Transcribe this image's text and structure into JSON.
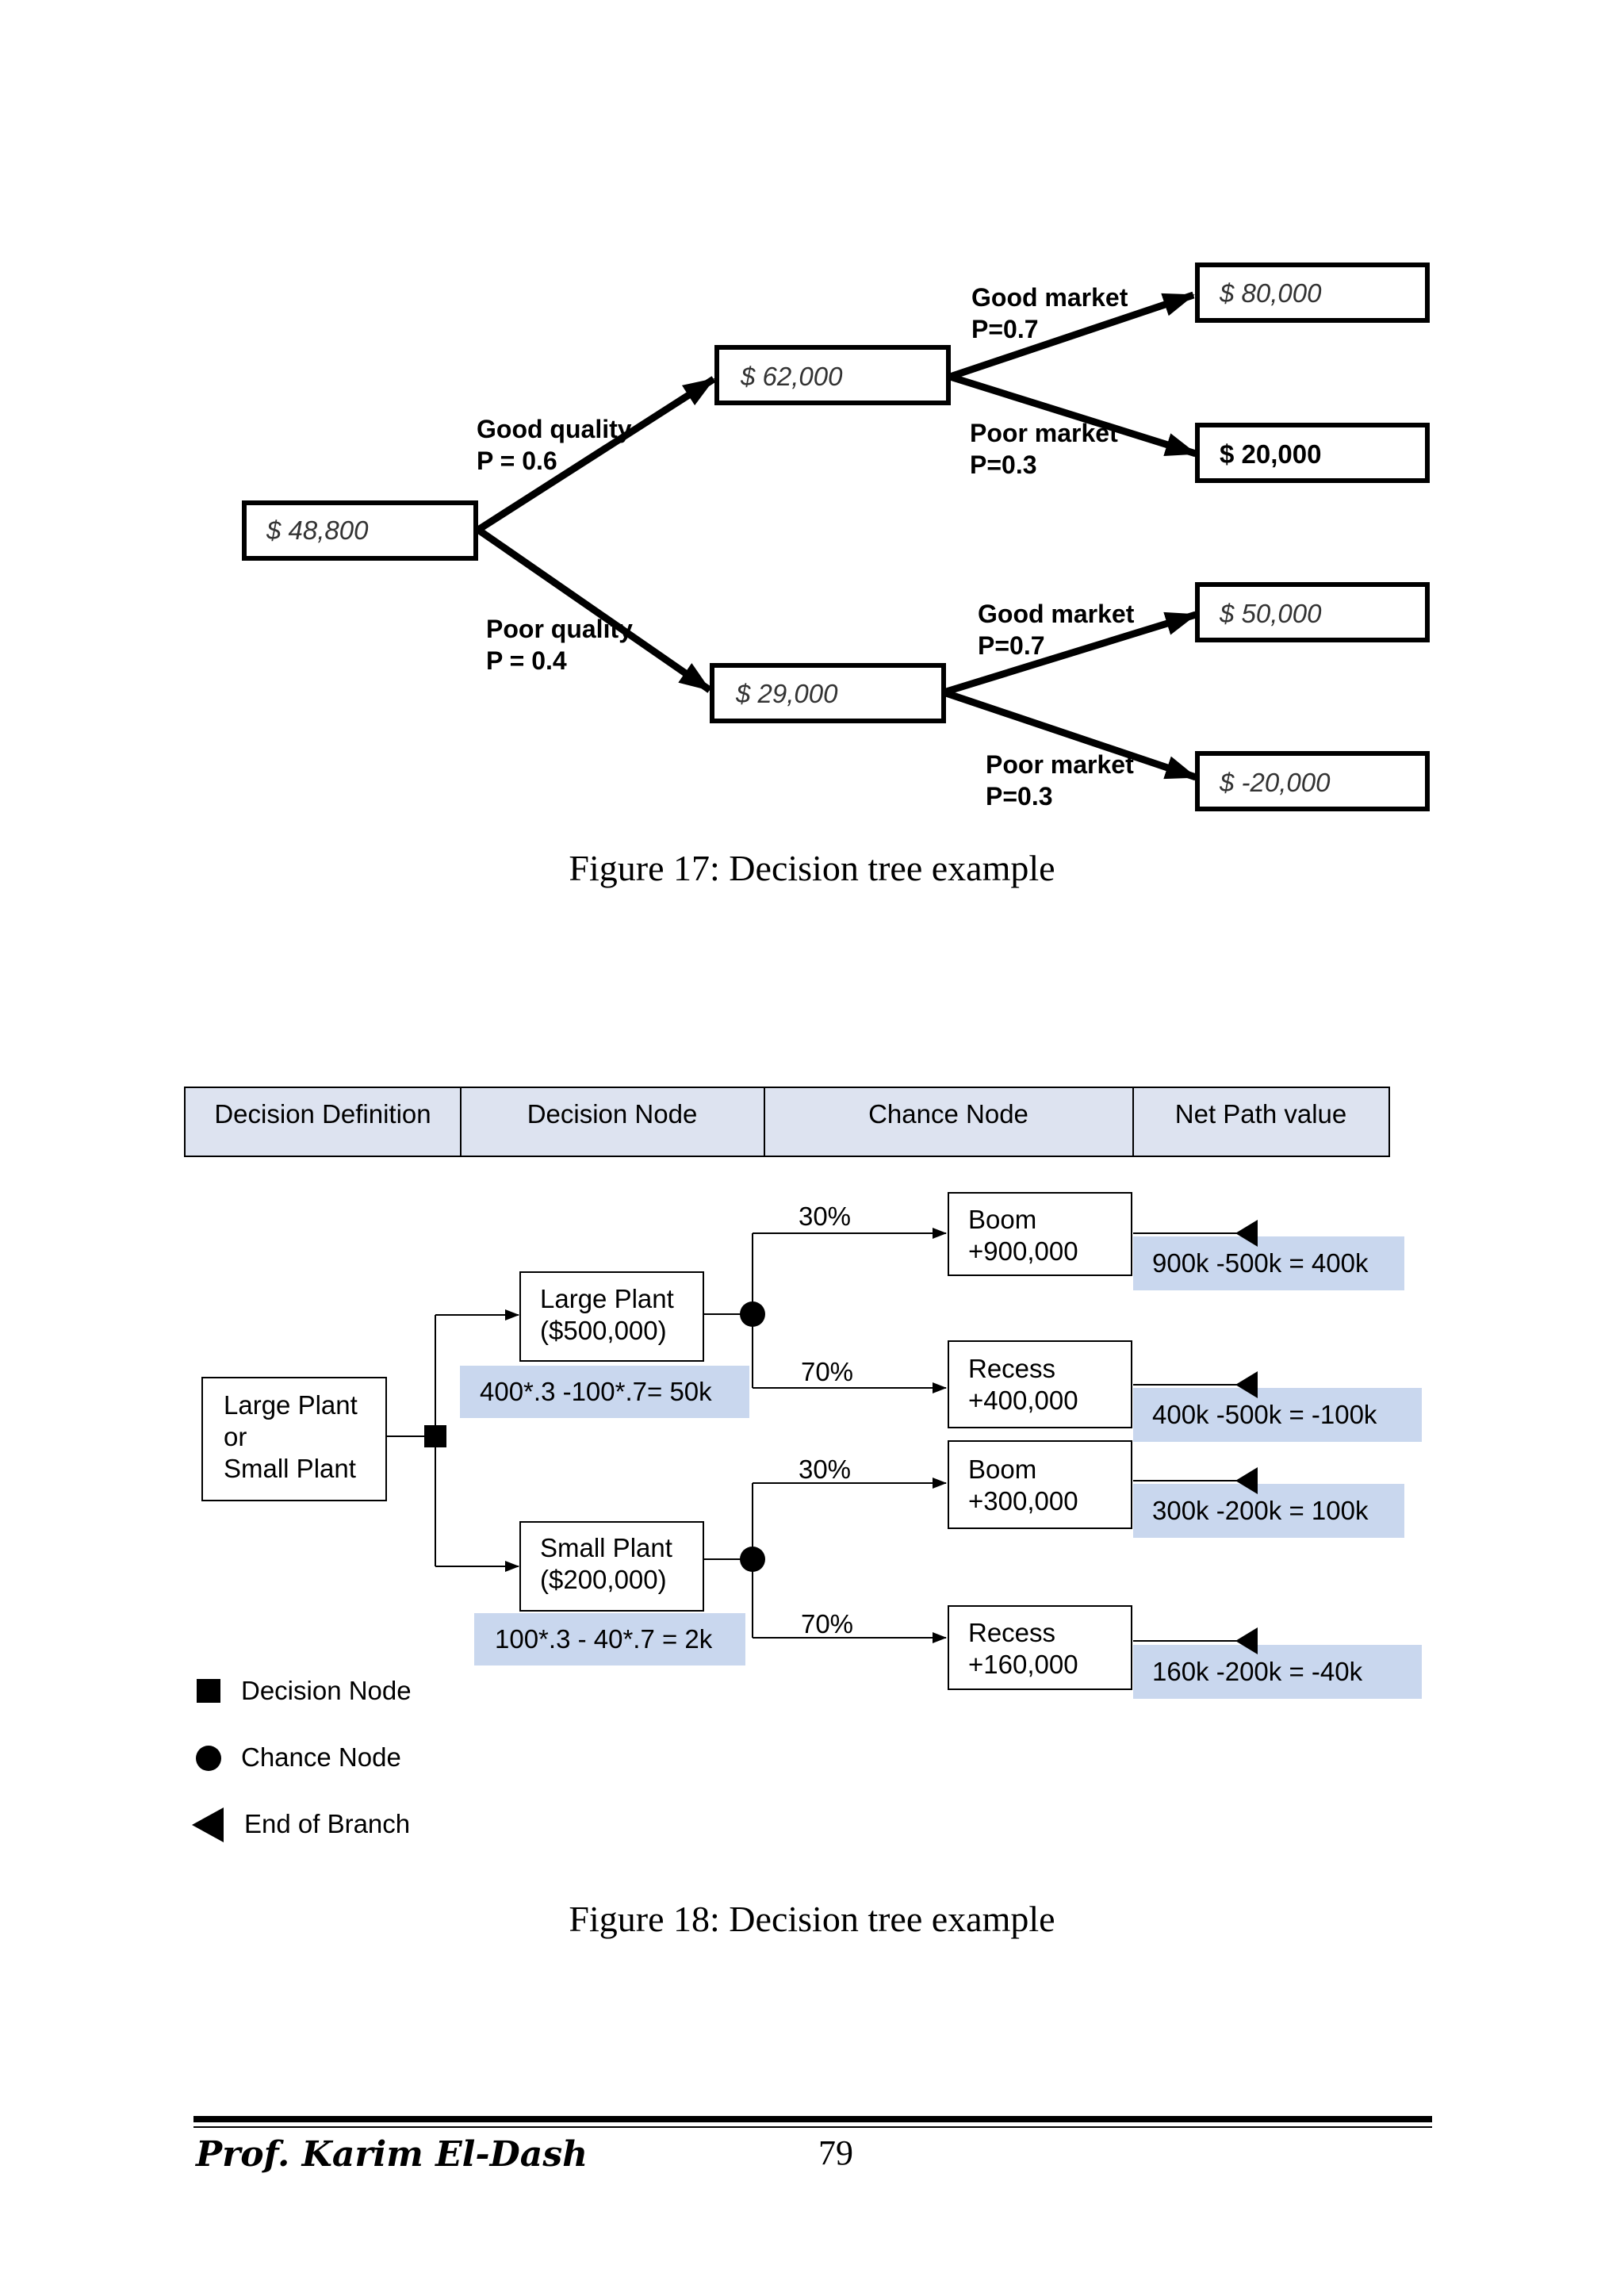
{
  "figure17": {
    "root_value": "$ 48,800",
    "good_quality_value": "$ 62,000",
    "poor_quality_value": "$ 29,000",
    "good_quality_label": "Good quality",
    "good_quality_prob": "P = 0.6",
    "poor_quality_label": "Poor quality",
    "poor_quality_prob": "P = 0.4",
    "upper_good_market_label": "Good market",
    "upper_good_market_prob": "P=0.7",
    "upper_poor_market_label": "Poor market",
    "upper_poor_market_prob": "P=0.3",
    "lower_good_market_label": "Good market",
    "lower_good_market_prob": "P=0.7",
    "lower_poor_market_label": "Poor market",
    "lower_poor_market_prob": "P=0.3",
    "outcome_1": "$ 80,000",
    "outcome_2": "$ 20,000",
    "outcome_3": "$ 50,000",
    "outcome_4": "$ -20,000",
    "caption": "Figure 17: Decision tree example"
  },
  "figure18": {
    "headers": [
      "Decision Definition",
      "Decision Node",
      "Chance Node",
      "Net Path value"
    ],
    "decision_lines": [
      "Large  Plant",
      "or",
      "Small Plant"
    ],
    "large_plant": [
      "Large Plant",
      "($500,000)"
    ],
    "small_plant": [
      "Small Plant",
      "($200,000)"
    ],
    "large_calc": "400*.3 -100*.7= 50k",
    "small_calc": "100*.3 - 40*.7 = 2k",
    "pct_1": "30%",
    "pct_2": "70%",
    "pct_3": "30%",
    "pct_4": "70%",
    "outcome_1": [
      "Boom",
      "+900,000"
    ],
    "outcome_2": [
      "Recess",
      "+400,000"
    ],
    "outcome_3": [
      "Boom",
      "+300,000"
    ],
    "outcome_4": [
      "Recess",
      "+160,000"
    ],
    "net_1": "900k -500k = 400k",
    "net_2": "400k -500k = -100k",
    "net_3": "300k -200k = 100k",
    "net_4": "160k -200k = -40k",
    "legend_decision": "Decision Node",
    "legend_chance": "Chance Node",
    "legend_end": "End of Branch",
    "caption": "Figure 18: Decision tree example",
    "header_fill": "#dde3f0",
    "calc_fill": "#c9d7ee"
  },
  "footer": {
    "author": "Prof. Karim El-Dash",
    "page_number": "79"
  }
}
